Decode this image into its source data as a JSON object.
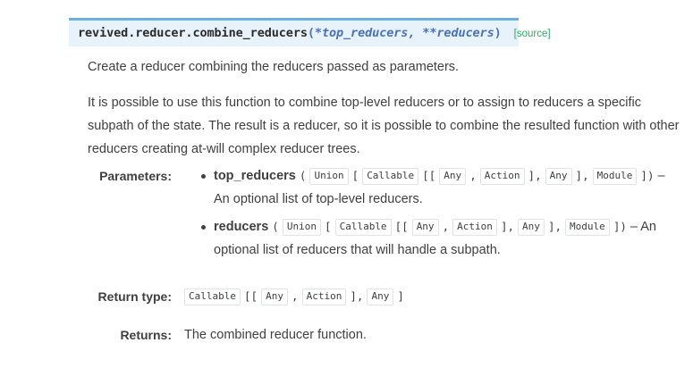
{
  "signature": {
    "name": "revived.reducer.combine_reducers",
    "open_paren": "(",
    "params": "*top_reducers, **reducers",
    "close_paren": ")",
    "source_label": "[source]",
    "accent_border_color": "#6ab0de",
    "background_color": "#e7f2fa",
    "param_color": "#4b72b8",
    "source_color": "#27ae60"
  },
  "description": {
    "paragraph_1": "Create a reducer combining the reducers passed as parameters.",
    "paragraph_2": "It is possible to use this function to combine top-level reducers or to assign to reducers a specific subpath of the state. The result is a reducer, so it is possible to combine the resulted function with other reducers creating at-will complex reducer trees."
  },
  "fields": {
    "parameters_label": "Parameters:",
    "return_type_label": "Return type:",
    "returns_label": "Returns:",
    "parameters": [
      {
        "name": "top_reducers",
        "type_open": "(",
        "type_tokens": [
          "Union",
          "[",
          "Callable",
          "[[",
          "Any",
          ",",
          "Action",
          "],",
          "Any",
          "],",
          "Module",
          "])"
        ],
        "separator": "–",
        "description": "An optional list of top-level reducers."
      },
      {
        "name": "reducers",
        "type_open": "(",
        "type_tokens": [
          "Union",
          "[",
          "Callable",
          "[[",
          "Any",
          ",",
          "Action",
          "],",
          "Any",
          "],",
          "Module",
          "])"
        ],
        "separator": "–",
        "description": "An optional list of reducers that will handle a subpath."
      }
    ],
    "return_type_tokens": [
      "Callable",
      "[[",
      "Any",
      ",",
      "Action",
      "],",
      "Any",
      "]"
    ],
    "returns_text": "The combined reducer function."
  }
}
